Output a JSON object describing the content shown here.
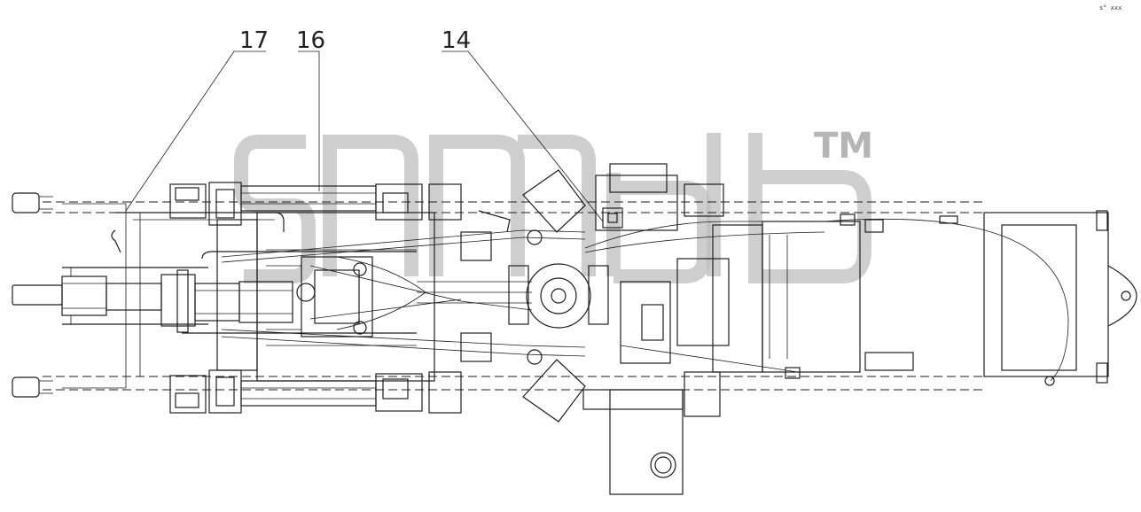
{
  "callouts": [
    {
      "id": "c17",
      "label": "17"
    },
    {
      "id": "c16",
      "label": "16"
    },
    {
      "id": "c14",
      "label": "14"
    }
  ],
  "watermark": {
    "mark": "TM",
    "color": "#bdbdbd"
  },
  "corner_mark": "s° xxx",
  "line_color": "#1e1e1e"
}
